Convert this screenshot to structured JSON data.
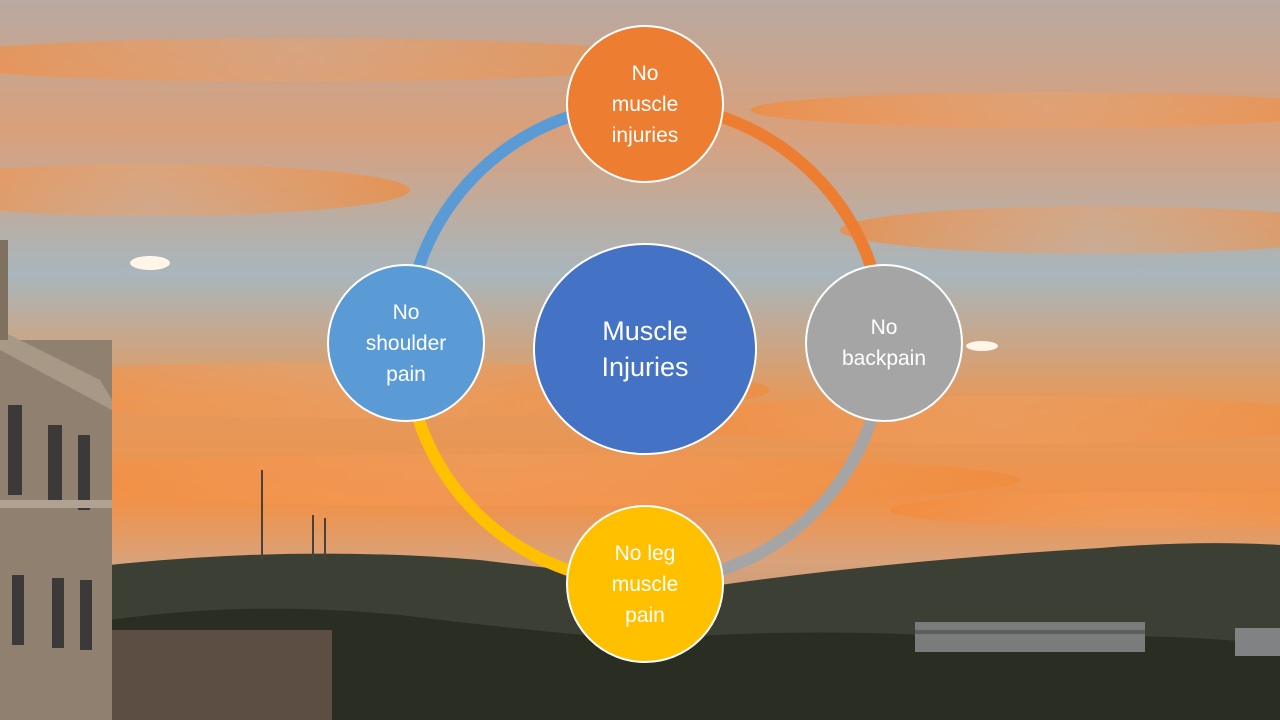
{
  "diagram": {
    "center": {
      "label": "Muscle\nInjuries",
      "color": "#4472C4"
    },
    "nodes": [
      {
        "key": "top",
        "label": "No\nmuscle\ninjuries",
        "color": "#ED7D31"
      },
      {
        "key": "right",
        "label": "No\nbackpain",
        "color": "#A5A5A5"
      },
      {
        "key": "bottom",
        "label": "No leg\nmuscle\npain",
        "color": "#FFC000"
      },
      {
        "key": "left",
        "label": "No\nshoulder\npain",
        "color": "#5B9BD5"
      }
    ],
    "ring_colors": [
      "#ED7D31",
      "#A5A5A5",
      "#FFC000",
      "#5B9BD5"
    ]
  }
}
